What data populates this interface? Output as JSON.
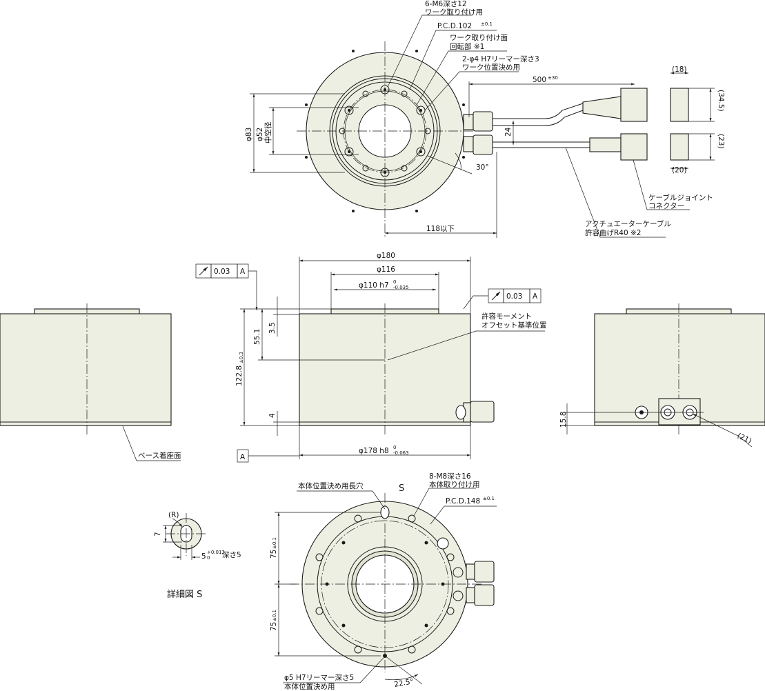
{
  "colors": {
    "body": "#ecefe1",
    "line": "#1a1a1a",
    "background": "#ffffff"
  },
  "top_view": {
    "callout_m6_1": "6-M6深さ12",
    "callout_m6_2": "ワーク取り付け用",
    "pcd102": "P.C.D.102",
    "pcd102_tol": "±0.1",
    "work_face_1": "ワーク取り付け面",
    "work_face_2": "回転部 ※1",
    "reamer_1": "2-φ4 H7リーマー深さ3",
    "reamer_2": "ワーク位置決め用",
    "cable_len": "500",
    "cable_len_tol": "±30",
    "dim_24": "24",
    "angle_30": "30°",
    "dim_118": "118以下",
    "dia83": "φ83",
    "dia52": "φ52",
    "hollow": "中空径",
    "dim_18": "(18)",
    "dim_34_5": "(34.5)",
    "dim_23": "(23)",
    "dim_20": "(20)",
    "cable_joint_1": "ケーブルジョイント",
    "cable_joint_2": "コネクター",
    "act_cable_1": "アクチュエーターケーブル",
    "act_cable_2": "許容曲げR40 ※2"
  },
  "front_view": {
    "runout_value": "0.03",
    "datum": "A",
    "dia180": "φ180",
    "dia116": "φ116",
    "dia110": "φ110 h7",
    "dia110_tol_up": "0",
    "dia110_tol_low": "-0.035",
    "dim_3_5": "3.5",
    "dim_55_1": "55.1",
    "height": "122.8",
    "height_tol": "±0.3",
    "dim_4": "4",
    "moment_1": "許容モーメント",
    "moment_2": "オフセット基準位置",
    "dia178": "φ178 h8",
    "dia178_tol_up": "0",
    "dia178_tol_low": "-0.063",
    "base_face": "ベース着座面"
  },
  "side_view": {
    "dim_15_8": "15.8",
    "dim_21": "(21)"
  },
  "bottom_view": {
    "slot_hole": "本体位置決め用長穴",
    "s_mark": "S",
    "m8_1": "8-M8深さ16",
    "m8_2": "本体取り付け用",
    "pcd148": "P.C.D.148",
    "pcd148_tol": "±0.1",
    "dim_75_top": "75",
    "dim_75_bottom": "75",
    "dim_75_tol": "±0.1",
    "pin_1": "φ5 H7リーマー深さ5",
    "pin_2": "本体位置決め用",
    "angle_22_5": "22.5°"
  },
  "detail": {
    "r_label": "(R)",
    "dim_7": "7",
    "dim_5": "5",
    "dim_5_tol_up": "+0.012",
    "dim_5_tol_low": "0",
    "depth": "深さ5",
    "title": "詳細図 S"
  }
}
